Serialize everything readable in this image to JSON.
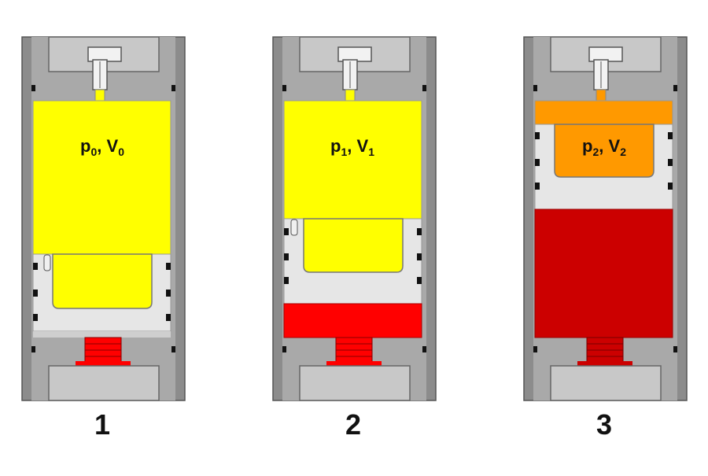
{
  "cylinders": [
    {
      "id": "1",
      "label": "1",
      "p": "p",
      "p_sub": "0",
      "sep": ", ",
      "v": "V",
      "v_sub": "0"
    },
    {
      "id": "2",
      "label": "2",
      "p": "p",
      "p_sub": "1",
      "sep": ", ",
      "v": "V",
      "v_sub": "1"
    },
    {
      "id": "3",
      "label": "3",
      "p": "p",
      "p_sub": "2",
      "sep": ", ",
      "v": "V",
      "v_sub": "2"
    }
  ],
  "colors": {
    "wall": "#8c8c8c",
    "wall_dark": "#555555",
    "cap": "#c8c8c8",
    "bore": "#e6e6e6",
    "gas_low": "#ffff00",
    "gas_high": "#ff9900",
    "red": "#ff0000",
    "dark_red": "#cc0000",
    "seal": "#111111"
  }
}
